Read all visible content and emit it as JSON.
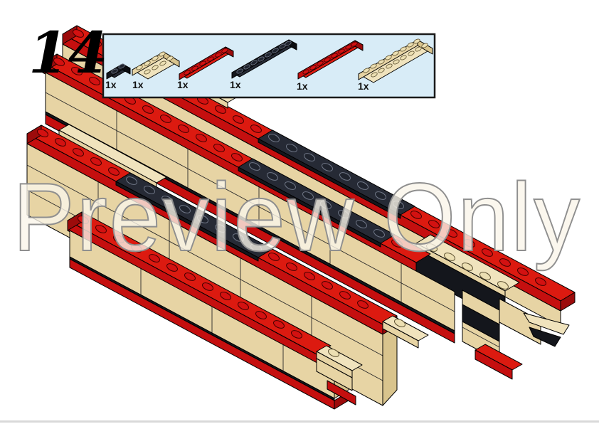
{
  "page": {
    "background": "#ffffff",
    "divider_color": "#d9d9d9"
  },
  "step": {
    "number": "14"
  },
  "watermark": {
    "text": "Preview Only"
  },
  "parts_box": {
    "background": "#D8ECF7",
    "border": "#1a1a1a",
    "parts": [
      {
        "name": "plate-1x2-black",
        "qty": "1x",
        "color": "#14161C"
      },
      {
        "name": "plate-2x4-tan",
        "qty": "1x",
        "color": "#E7D4A4"
      },
      {
        "name": "plate-1x6-red",
        "qty": "1x",
        "color": "#C50F0F"
      },
      {
        "name": "plate-1x8-black",
        "qty": "1x",
        "color": "#14161C"
      },
      {
        "name": "plate-1x8-red",
        "qty": "1x",
        "color": "#C50F0F"
      },
      {
        "name": "plate-2x8-tan",
        "qty": "1x",
        "color": "#E7D4A4"
      }
    ]
  },
  "model": {
    "colors": {
      "tan": "#E7D4A4",
      "tan_top": "#F0E3BD",
      "red": "#C50F0F",
      "red_top": "#DC1A10",
      "black": "#14161C",
      "black_top": "#262A35"
    }
  }
}
